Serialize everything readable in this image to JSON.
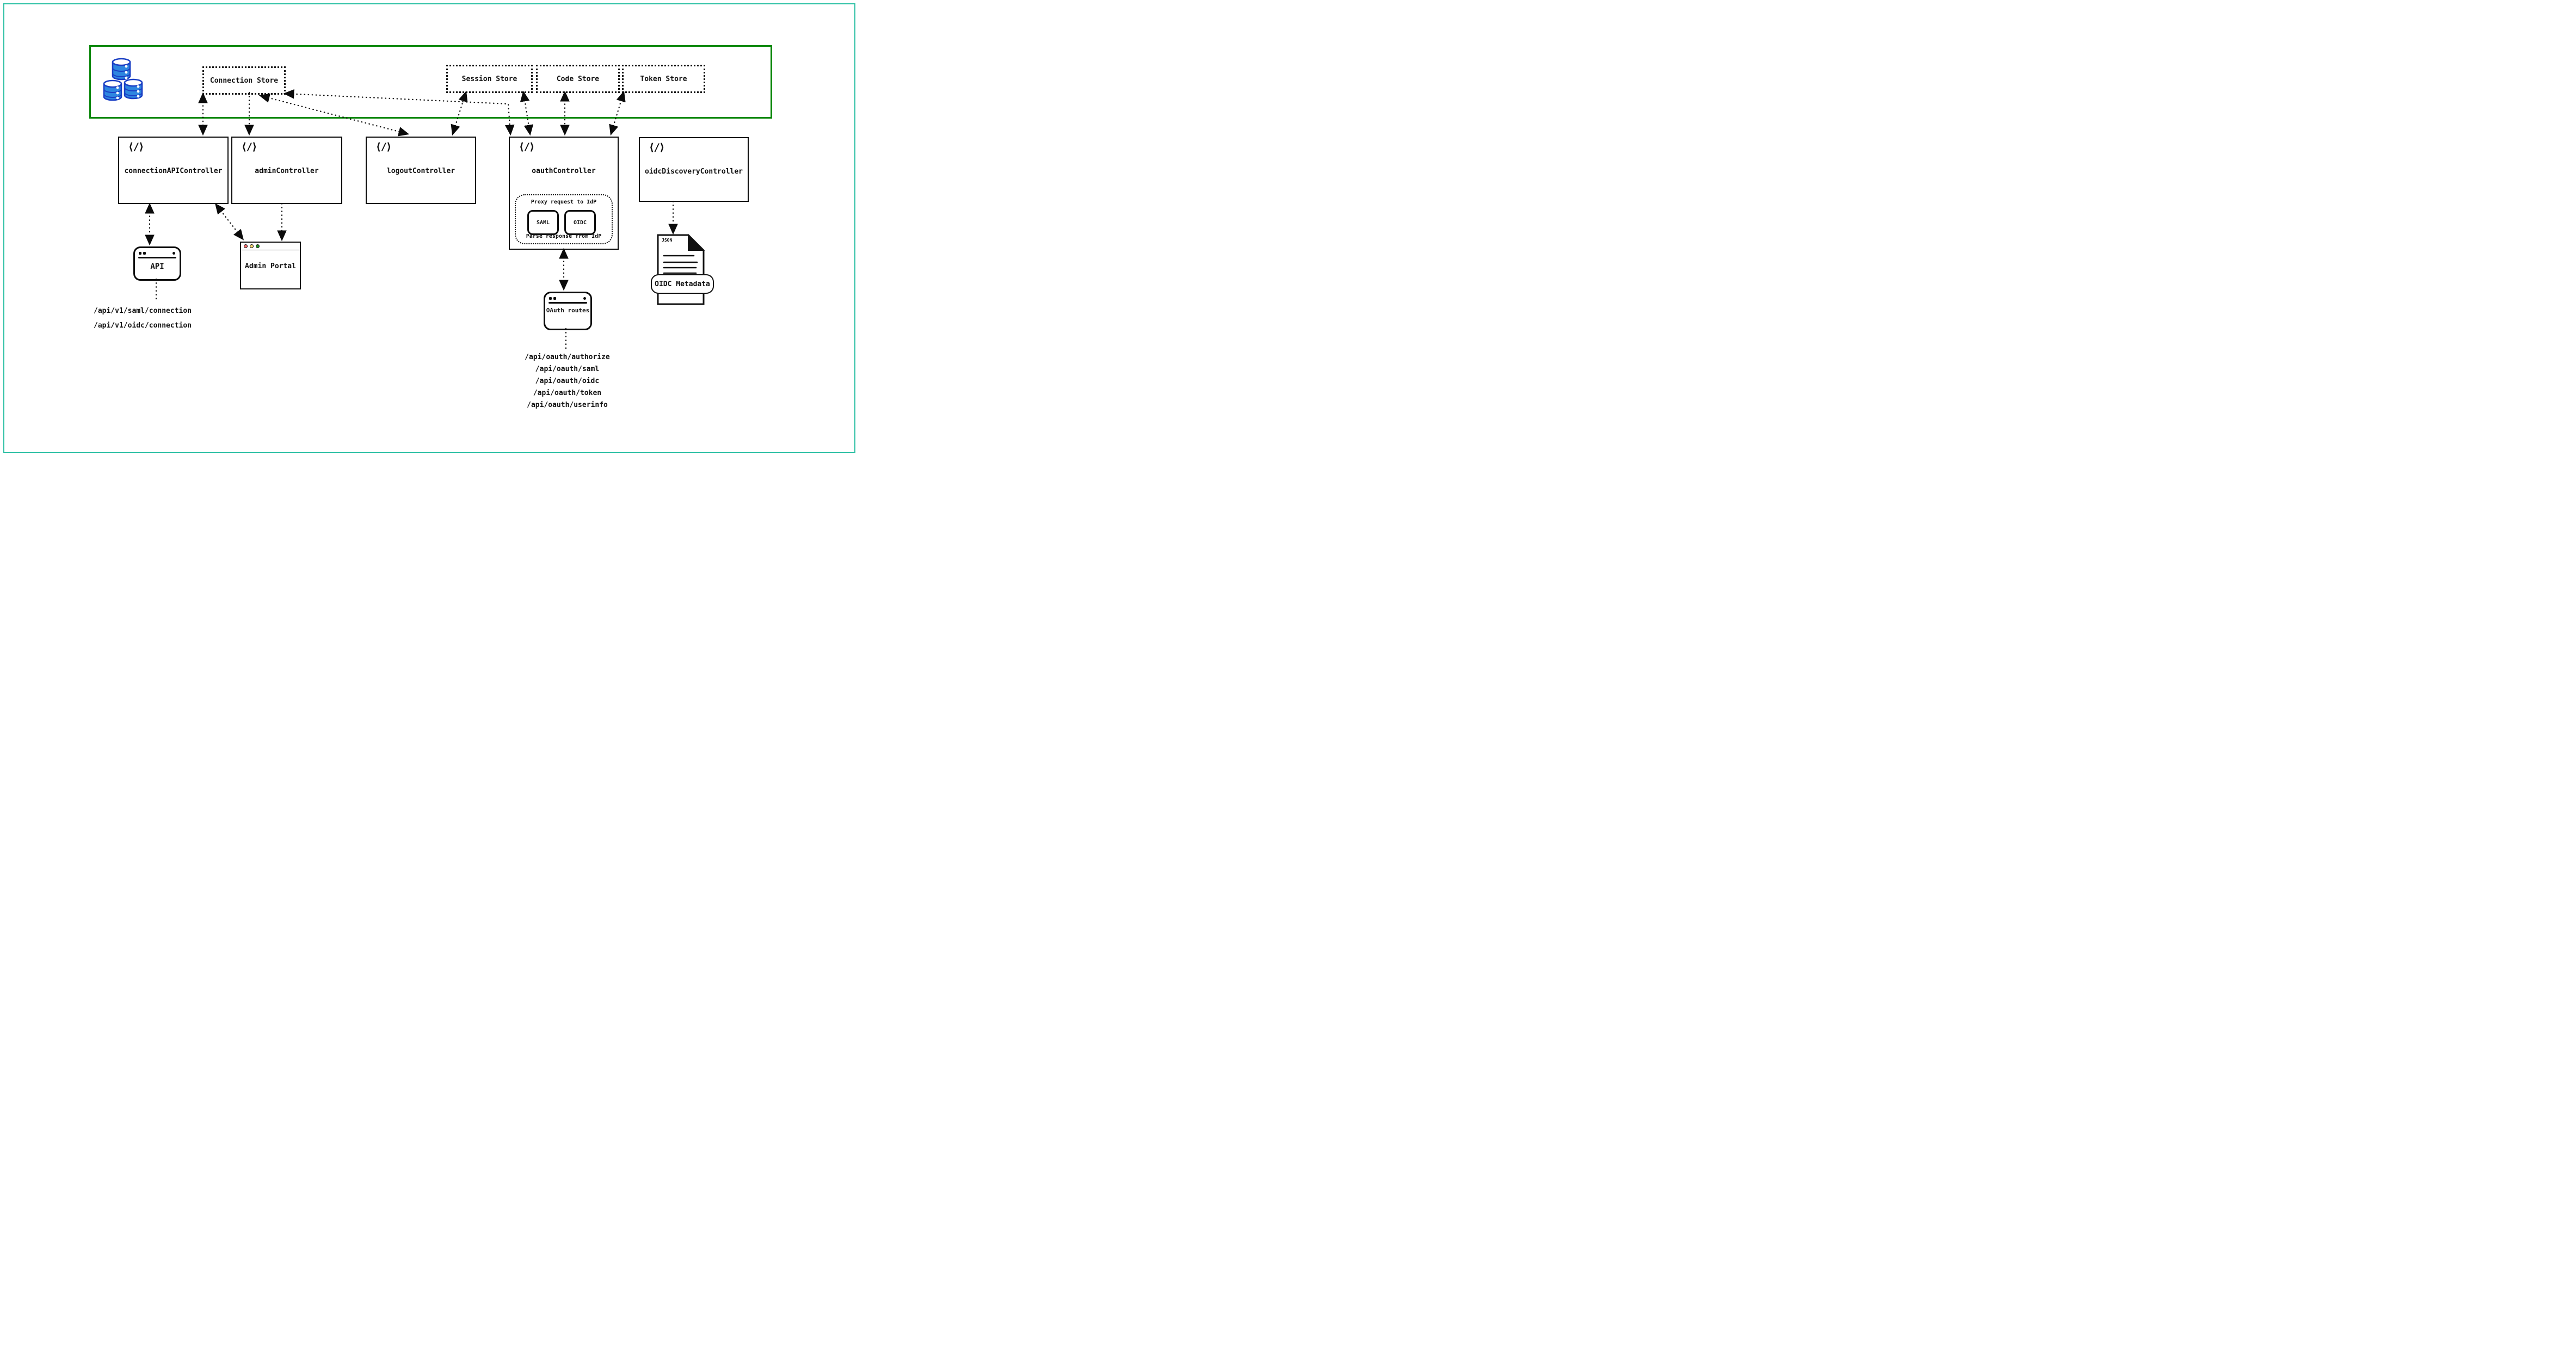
{
  "stores": {
    "connection": "Connection Store",
    "session": "Session Store",
    "code": "Code Store",
    "token": "Token Store"
  },
  "controllers": {
    "connection_api": "connectionAPIController",
    "admin": "adminController",
    "logout": "logoutController",
    "oauth": "oauthController",
    "oidc_discovery": "oidcDiscoveryController"
  },
  "oauth_internal": {
    "proxy": "Proxy request to IdP",
    "saml": "SAML",
    "oidc": "OIDC",
    "parse": "Parse response from IdP"
  },
  "clients": {
    "api": "API",
    "admin_portal": "Admin Portal",
    "oauth_routes": "OAuth routes",
    "oidc_metadata": "OIDC Metadata",
    "json_tag": "JSON"
  },
  "endpoints": {
    "connection_api": [
      "/api/v1/saml/connection",
      "/api/v1/oidc/connection"
    ],
    "oauth": [
      "/api/oauth/authorize",
      "/api/oauth/saml",
      "/api/oauth/oidc",
      "/api/oauth/token",
      "/api/oauth/userinfo"
    ]
  },
  "colors": {
    "page_frame_teal": "#2cc0a4",
    "store_zone_green": "#0b870b",
    "database_fill_blue": "#2e86e0",
    "database_stroke_blue": "#1b3fc4",
    "traffic_light_red": "#f76f6f",
    "traffic_light_yellow": "#f7d56e",
    "traffic_light_green": "#1f8f1f",
    "line_black": "#0b0b0b"
  }
}
